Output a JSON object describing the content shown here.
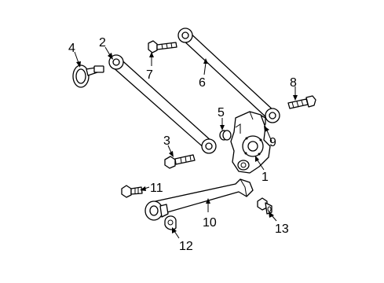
{
  "callouts": [
    {
      "id": "1",
      "part": "knuckle"
    },
    {
      "id": "2",
      "part": "upper-arm"
    },
    {
      "id": "3",
      "part": "bolt"
    },
    {
      "id": "4",
      "part": "bushing-cap"
    },
    {
      "id": "5",
      "part": "small-bushing"
    },
    {
      "id": "6",
      "part": "rear-arm"
    },
    {
      "id": "7",
      "part": "bolt"
    },
    {
      "id": "8",
      "part": "bolt"
    },
    {
      "id": "9",
      "part": "nut"
    },
    {
      "id": "10",
      "part": "lower-arm"
    },
    {
      "id": "11",
      "part": "bolt"
    },
    {
      "id": "12",
      "part": "washer"
    },
    {
      "id": "13",
      "part": "nut"
    }
  ]
}
